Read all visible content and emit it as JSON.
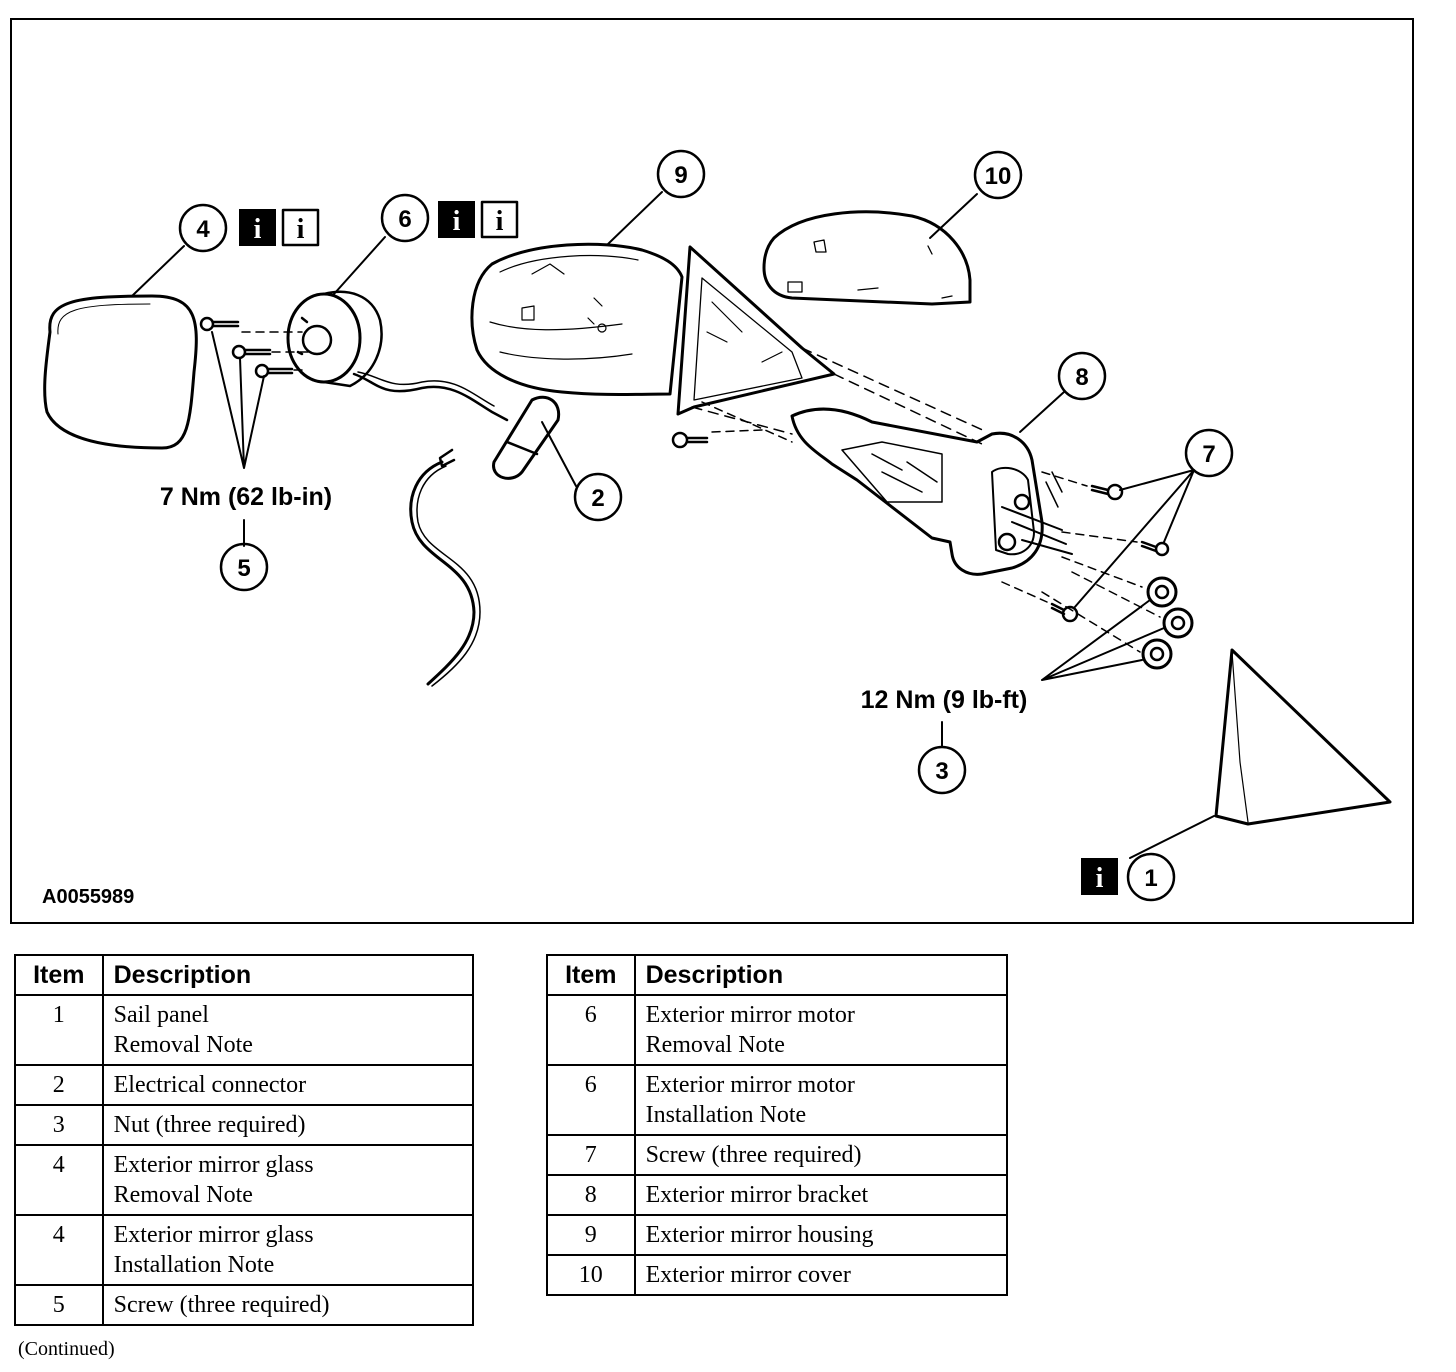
{
  "diagram": {
    "callouts": [
      "1",
      "2",
      "3",
      "4",
      "5",
      "6",
      "7",
      "8",
      "9",
      "10"
    ],
    "torque_label_5": "7 Nm (62 lb-in)",
    "torque_label_3": "12 Nm (9 lb-ft)",
    "figure_id": "A0055989",
    "info_icon_letter": "i"
  },
  "tables": {
    "header_item": "Item",
    "header_description": "Description",
    "left_rows": [
      {
        "item": "1",
        "lines": [
          "Sail panel",
          "Removal Note"
        ]
      },
      {
        "item": "2",
        "lines": [
          "Electrical connector"
        ]
      },
      {
        "item": "3",
        "lines": [
          "Nut (three required)"
        ]
      },
      {
        "item": "4",
        "lines": [
          "Exterior mirror glass",
          "Removal Note"
        ]
      },
      {
        "item": "4",
        "lines": [
          "Exterior mirror glass",
          "Installation Note"
        ]
      },
      {
        "item": "5",
        "lines": [
          "Screw (three required)"
        ]
      }
    ],
    "right_rows": [
      {
        "item": "6",
        "lines": [
          "Exterior mirror motor",
          "Removal Note"
        ]
      },
      {
        "item": "6",
        "lines": [
          "Exterior mirror motor",
          "Installation Note"
        ]
      },
      {
        "item": "7",
        "lines": [
          "Screw (three required)"
        ]
      },
      {
        "item": "8",
        "lines": [
          "Exterior mirror bracket"
        ]
      },
      {
        "item": "9",
        "lines": [
          "Exterior mirror housing"
        ]
      },
      {
        "item": "10",
        "lines": [
          "Exterior mirror cover"
        ]
      }
    ]
  },
  "continued_note": "(Continued)"
}
